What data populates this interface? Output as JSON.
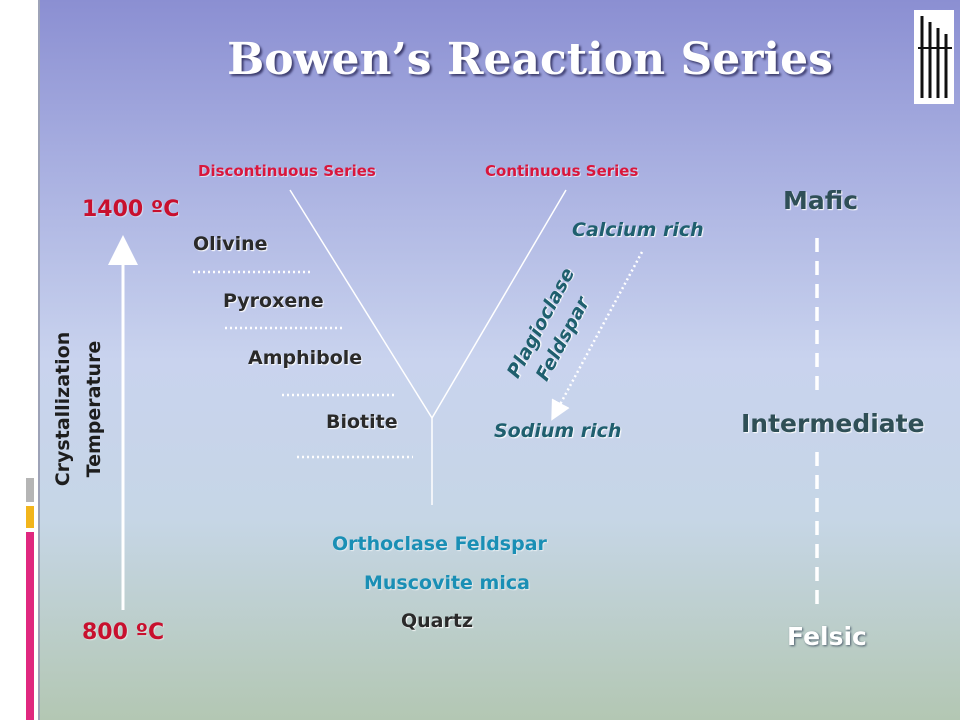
{
  "title": "Bowen’s Reaction Series",
  "series": {
    "discontinuous": "Discontinuous Series",
    "continuous": "Continuous Series"
  },
  "temperature": {
    "high": "1400 ºC",
    "low": "800 ºC",
    "axis_line1": "Crystallization",
    "axis_line2": "Temperature"
  },
  "discontinuous_minerals": [
    "Olivine",
    "Pyroxene",
    "Amphibole",
    "Biotite"
  ],
  "continuous": {
    "top": "Calcium rich",
    "bottom": "Sodium rich",
    "mineral_line1": "Plagioclase",
    "mineral_line2": "Feldspar"
  },
  "final_minerals": [
    "Orthoclase Feldspar",
    "Muscovite mica",
    "Quartz"
  ],
  "rock_types": [
    "Mafic",
    "Intermediate",
    "Felsic"
  ],
  "colors": {
    "series_label": "#d9163c",
    "temperature": "#c8102e",
    "final_mineral": "#1a8fb5",
    "plagioclase": "#1f5f6e",
    "rock_type": "#2f4f56"
  }
}
